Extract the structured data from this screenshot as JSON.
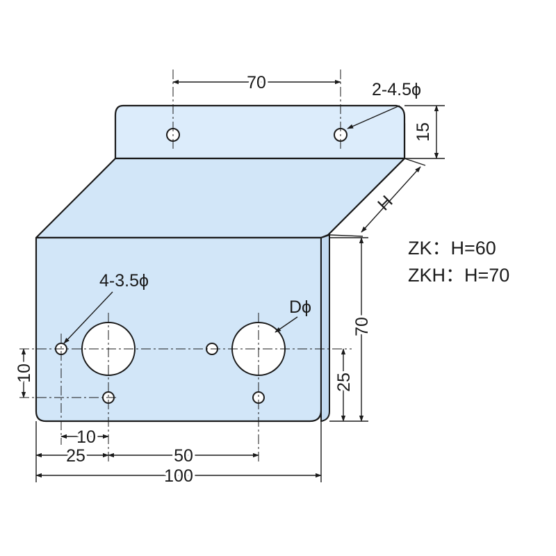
{
  "dimensions": {
    "top_hole_pitch": "70",
    "top_holes": "2-4.5ϕ",
    "tab_height": "15",
    "depth": "H",
    "bottom_holes": "4-3.5ϕ",
    "large_hole": "Dϕ",
    "plate_height": "70",
    "hole_row_offset": "10",
    "hole_row_height": "25",
    "left_hole_x": "10",
    "hole_x_offset": "25",
    "hole_spacing": "50",
    "overall_width": "100"
  },
  "notes": [
    "ZK：H=60",
    "ZKH：H=70"
  ]
}
